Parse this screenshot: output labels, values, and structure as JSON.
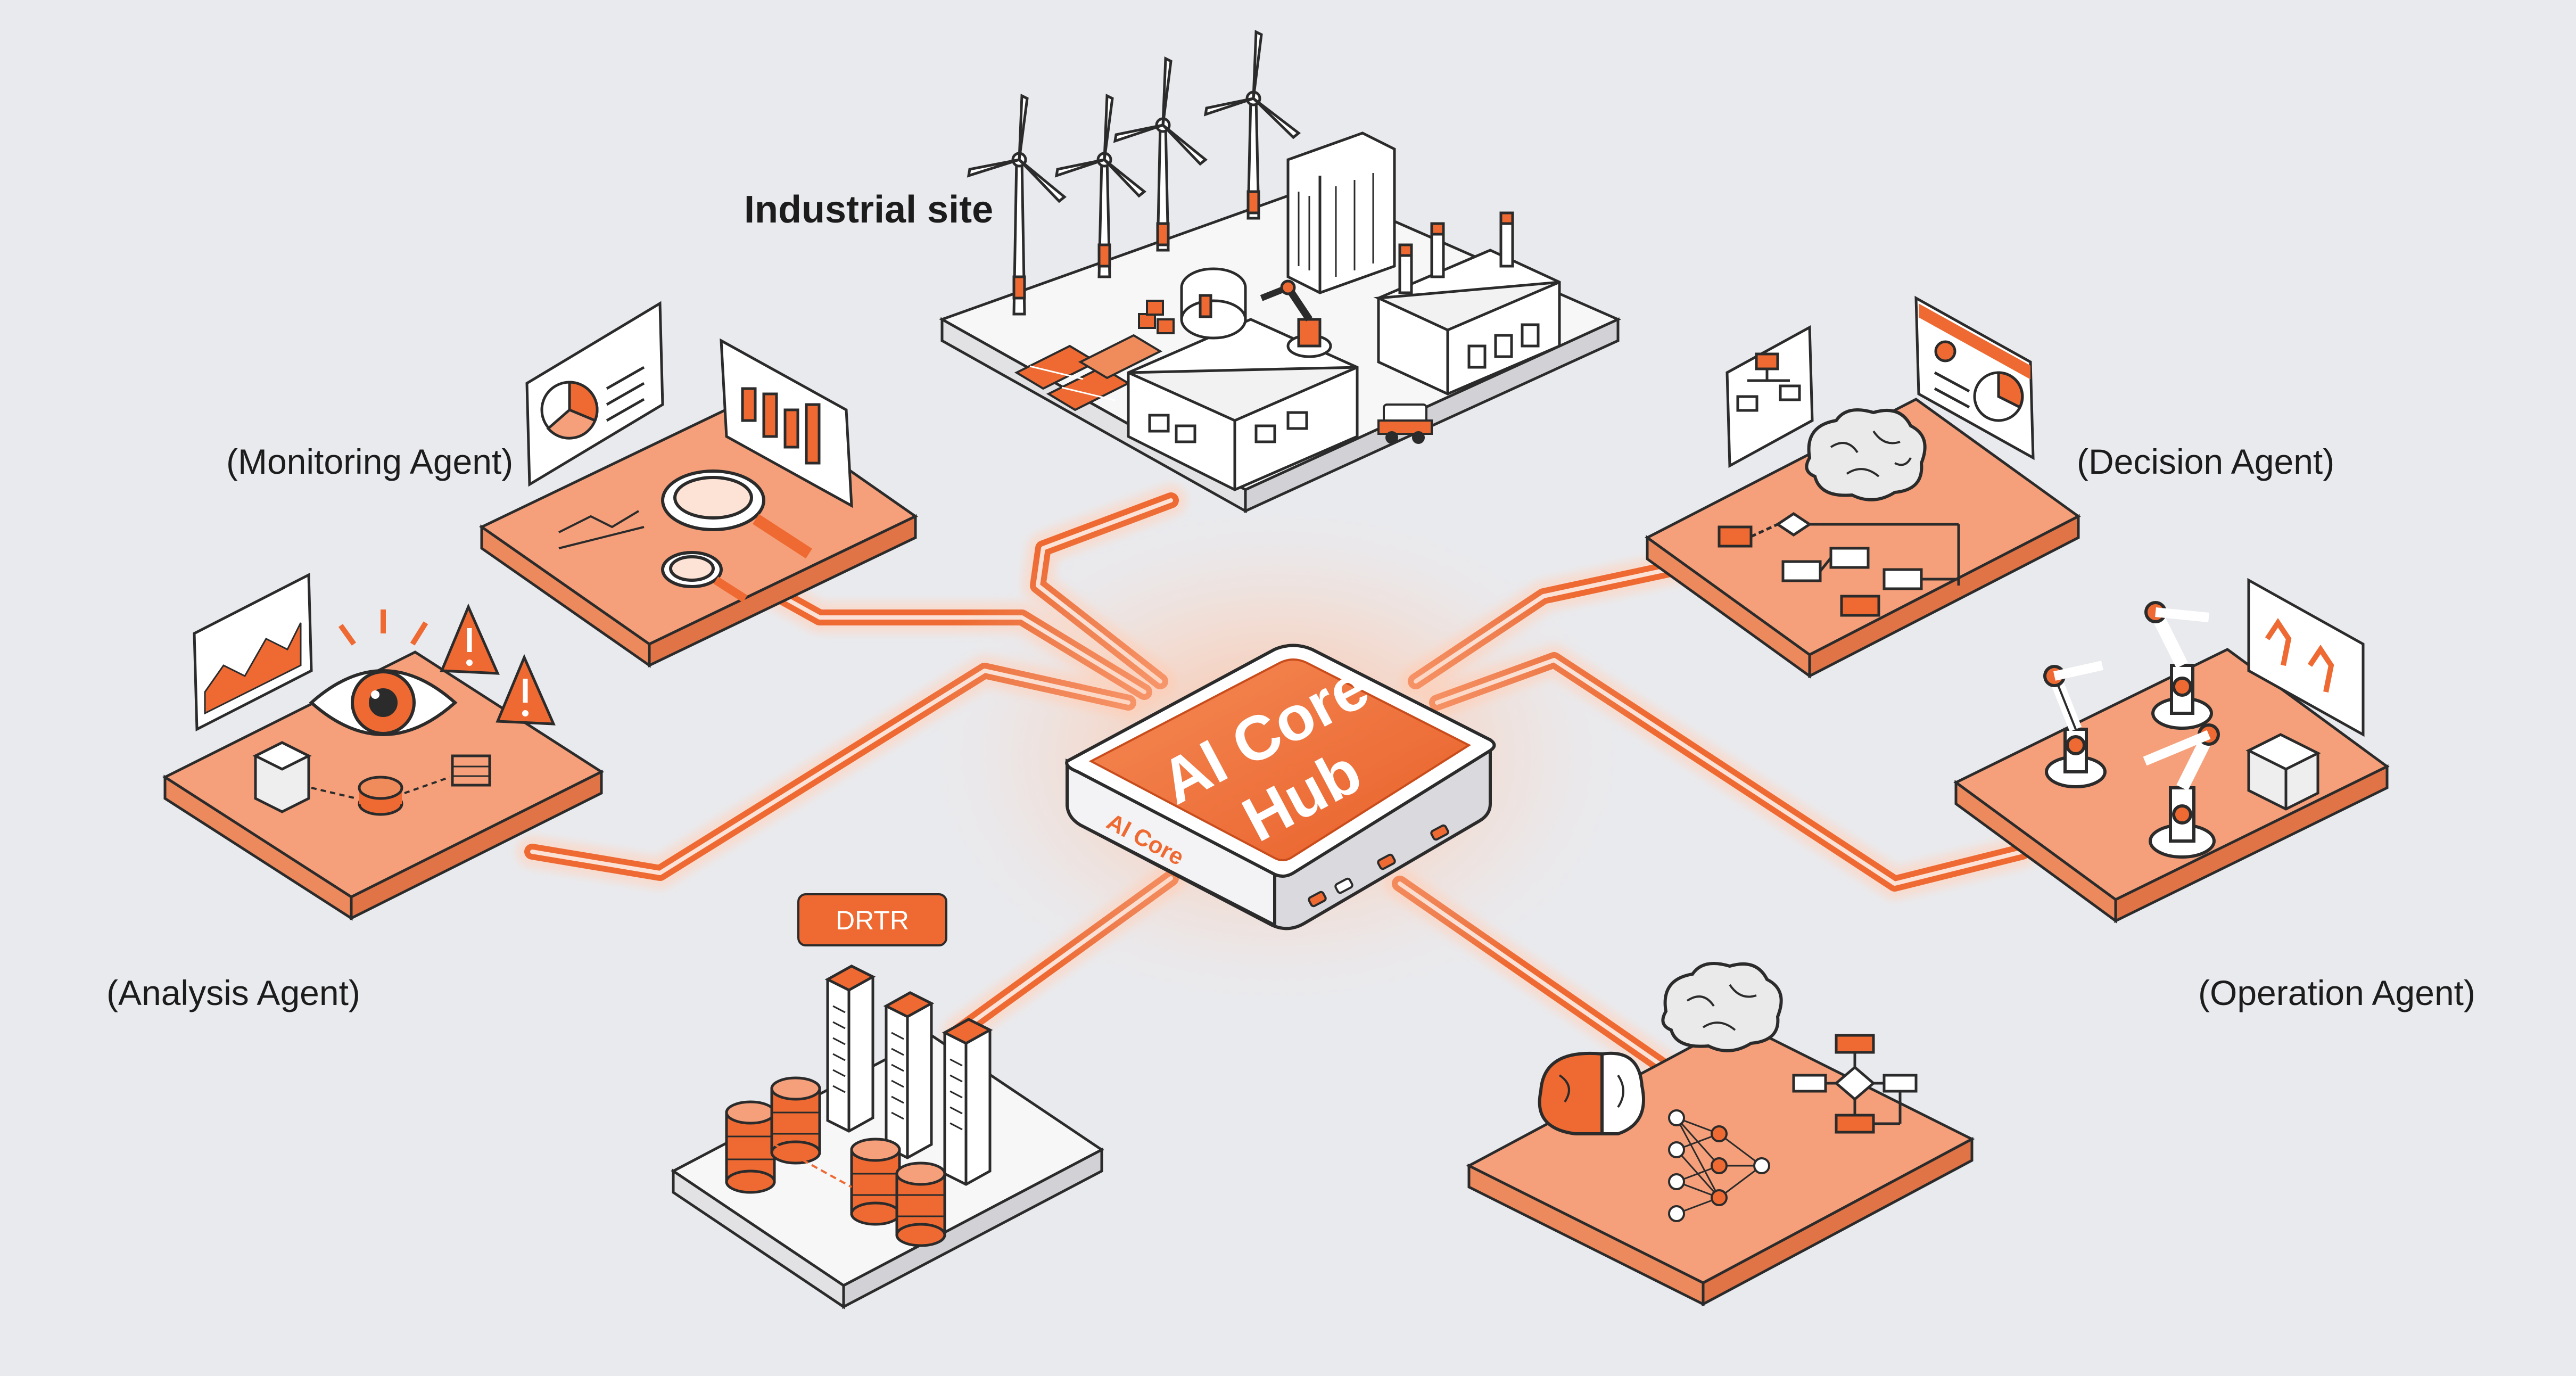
{
  "labels": {
    "industrial_site": "Industrial site",
    "monitoring_agent": "(Monitoring Agent)",
    "decision_agent": "(Decision Agent)",
    "analysis_agent": "(Analysis Agent)",
    "operation_agent": "(Operation Agent)",
    "data_tag": "DRTR"
  },
  "hub": {
    "line1": "AI Core",
    "line2": "Hub",
    "side_label": "AI Core"
  },
  "colors": {
    "background": "#e9eaee",
    "accent": "#ee6a32",
    "tile_orange": "#f5a07a",
    "tile_edge": "#e9784a",
    "tile_white": "#f7f7f7",
    "ink": "#2b2b2b"
  },
  "icons": [
    "wind-turbine-icon",
    "factory-icon",
    "solar-panel-icon",
    "robot-arm-icon",
    "eye-icon",
    "warning-icon",
    "magnifier-icon",
    "bar-chart-icon",
    "pie-chart-icon",
    "brain-icon",
    "flowchart-icon",
    "server-rack-icon",
    "database-icon",
    "neural-network-icon"
  ]
}
